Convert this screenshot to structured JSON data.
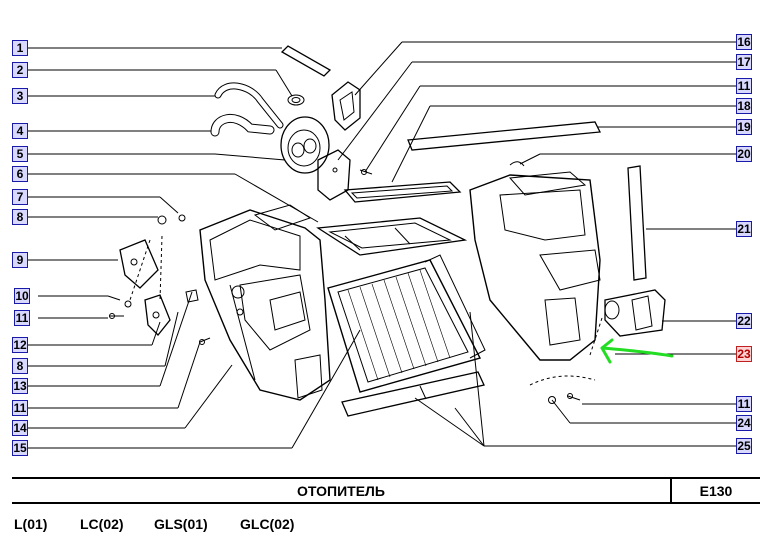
{
  "callouts": [
    {
      "label": "1",
      "highlight": false
    },
    {
      "label": "2",
      "highlight": false
    },
    {
      "label": "3",
      "highlight": false
    },
    {
      "label": "4",
      "highlight": false
    },
    {
      "label": "5",
      "highlight": false
    },
    {
      "label": "6",
      "highlight": false
    },
    {
      "label": "7",
      "highlight": false
    },
    {
      "label": "8",
      "highlight": false
    },
    {
      "label": "9",
      "highlight": false
    },
    {
      "label": "10",
      "highlight": false
    },
    {
      "label": "11",
      "highlight": false
    },
    {
      "label": "12",
      "highlight": false
    },
    {
      "label": "8",
      "highlight": false
    },
    {
      "label": "13",
      "highlight": false
    },
    {
      "label": "11",
      "highlight": false
    },
    {
      "label": "14",
      "highlight": false
    },
    {
      "label": "15",
      "highlight": false
    },
    {
      "label": "16",
      "highlight": false
    },
    {
      "label": "17",
      "highlight": false
    },
    {
      "label": "11",
      "highlight": false
    },
    {
      "label": "18",
      "highlight": false
    },
    {
      "label": "19",
      "highlight": false
    },
    {
      "label": "20",
      "highlight": false
    },
    {
      "label": "21",
      "highlight": false
    },
    {
      "label": "22",
      "highlight": false
    },
    {
      "label": "23",
      "highlight": true
    },
    {
      "label": "11",
      "highlight": false
    },
    {
      "label": "24",
      "highlight": false
    },
    {
      "label": "25",
      "highlight": false
    }
  ],
  "footer": {
    "title": "ОТОПИТЕЛЬ",
    "code": "E130",
    "variants": [
      "L(01)",
      "LC(02)",
      "GLS(01)",
      "GLC(02)"
    ]
  },
  "colors": {
    "callout_border": "#1a1aa8",
    "callout_fill": "#d9d9ff",
    "highlight_border": "#c02020",
    "highlight_fill": "#ffd3d3",
    "arrow": "#22dd22"
  }
}
